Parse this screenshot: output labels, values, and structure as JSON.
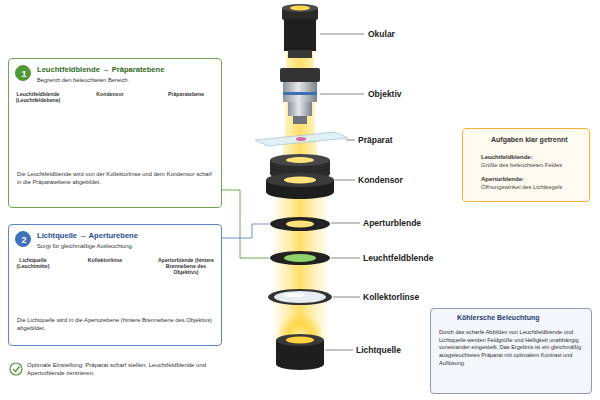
{
  "diagram": {
    "nodes": [
      {
        "text": [
          "Leuchtfeldblende → Präparatebene",
          "Begrenzt den beleuchteten Bereich.",
          "Die Leuchtfeldblende wird von der Kollektorlinse und dem Kondensor scharf in die Präparatebene abgebildet."
        ]
      },
      {
        "text": [
          "1"
        ],
        "in": 0
      },
      {
        "text": [
          "Lichtquelle → Aperturebene",
          "Sorgt für gleichmäßige Ausleuchtung.",
          "Die Lichtquelle wird in die Aperturebene (hintere Brennebene des Objektivs) abgebildet."
        ]
      },
      {
        "text": [
          "2"
        ],
        "in": 2
      },
      {
        "text": [
          "Aufgaben klar getrennt",
          "Leuchtfeldblende:",
          "Größe des beleuchteten Feldes",
          "Aperturblende:",
          "Öffnungswinkel des Lichtkegels"
        ]
      },
      {
        "text": [
          "Köhlersche Beleuchtung",
          "Durch das scharfe Abbilden von Leuchtfeldblende und Lichtquelle werden Feldgröße und Helligkeit unabhängig voneinander eingestellt. Das Ergebnis ist ein gleichmäßig ausgeleuchtetes Präparat mit optimalem Kontrast und Auflösung."
        ]
      }
    ],
    "labels": [
      "Okular",
      "Objektiv",
      "Präparat",
      "Kondensor",
      "Aperturblende",
      "Leuchtfeldblende",
      "Kollektorlinse",
      "Lichtquelle",
      "Leuchtfeldblende (Leuchtfeldebene)",
      "Kondensor",
      "Präparatebene",
      "Lichtquelle (Leuchtmitte)",
      "Kollektorlinse",
      "Aperturblende (hintere Brennebene des Objektivs)",
      "Optimale Einstellung: Präparat scharf stellen, Leuchtfeldblende und Aperturblende zentrieren."
    ]
  }
}
